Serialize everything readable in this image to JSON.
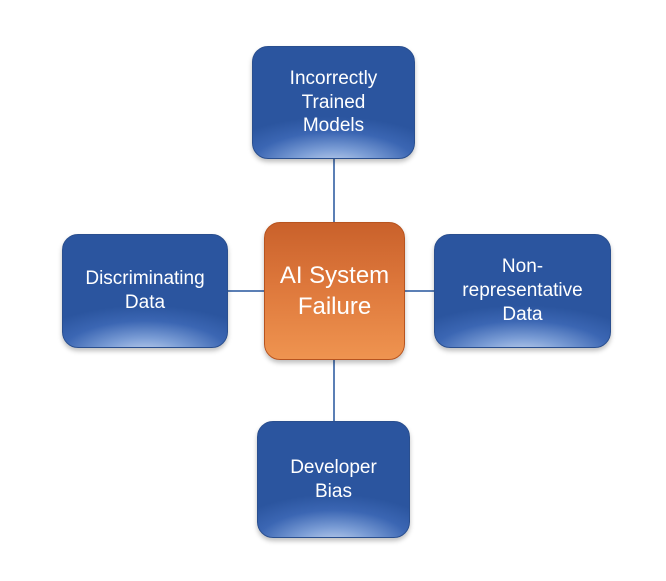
{
  "diagram": {
    "center": {
      "label": "AI System\nFailure"
    },
    "top": {
      "label": "Incorrectly\nTrained\nModels"
    },
    "left": {
      "label": "Discriminating\nData"
    },
    "right": {
      "label": "Non-\nrepresentative\nData"
    },
    "bottom": {
      "label": "Developer\nBias"
    }
  },
  "colors": {
    "center_fill": "#dd773b",
    "node_fill": "#3b66b3",
    "connector": "#5b7fb5"
  }
}
